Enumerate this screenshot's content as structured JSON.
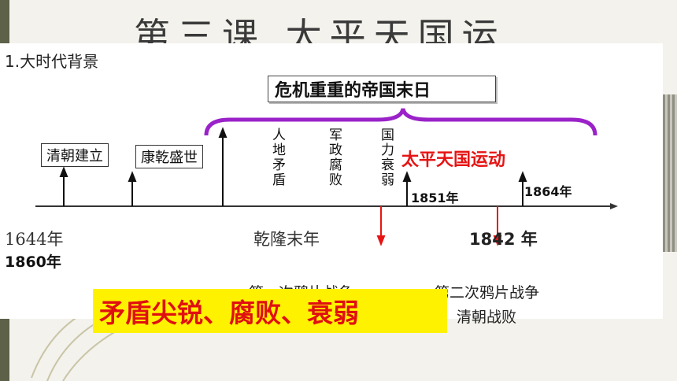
{
  "slide": {
    "title": "第三课   太平天国运",
    "heading": "1.大时代背景",
    "crisis_title": "危机重重的帝国末日",
    "events": {
      "qing_founded": "清朝建立",
      "kangqian": "康乾盛世",
      "taiping": "太平天国运动"
    },
    "vertical_labels": [
      "人地矛盾",
      "军政腐败",
      "国力衰弱"
    ],
    "years": {
      "y1644": "1644年",
      "y1860": "1860年",
      "qianlong_end": "乾隆末年",
      "y1842": "1842 年",
      "y1851": "1851年",
      "y1864": "1864年"
    },
    "wars": {
      "first_opium": "第一次鸦片战争",
      "second_opium": "第二次鸦片战争",
      "qing_defeat": "清朝战败"
    },
    "summary": "矛盾尖锐、腐败、衰弱"
  },
  "colors": {
    "brace": "#9a22c8",
    "red": "#e61414",
    "highlight": "#fff200"
  }
}
